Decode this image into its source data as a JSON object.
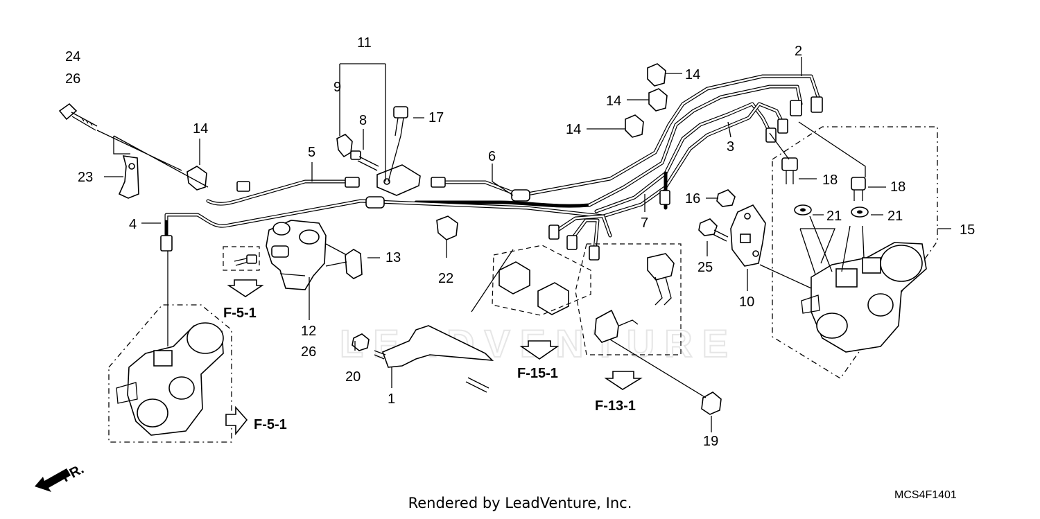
{
  "diagram": {
    "watermark": "LEADVENTURE",
    "callouts": [
      {
        "id": "c24",
        "text": "24"
      },
      {
        "id": "c26a",
        "text": "26"
      },
      {
        "id": "c14a",
        "text": "14"
      },
      {
        "id": "c23",
        "text": "23"
      },
      {
        "id": "c11",
        "text": "11"
      },
      {
        "id": "c9",
        "text": "9"
      },
      {
        "id": "c8",
        "text": "8"
      },
      {
        "id": "c17",
        "text": "17"
      },
      {
        "id": "c5",
        "text": "5"
      },
      {
        "id": "c6",
        "text": "6"
      },
      {
        "id": "c4",
        "text": "4"
      },
      {
        "id": "c13",
        "text": "13"
      },
      {
        "id": "c22",
        "text": "22"
      },
      {
        "id": "c12",
        "text": "12"
      },
      {
        "id": "c26b",
        "text": "26"
      },
      {
        "id": "c20",
        "text": "20"
      },
      {
        "id": "c1",
        "text": "1"
      },
      {
        "id": "c2",
        "text": "2"
      },
      {
        "id": "c14b",
        "text": "14"
      },
      {
        "id": "c14c",
        "text": "14"
      },
      {
        "id": "c14d",
        "text": "14"
      },
      {
        "id": "c3",
        "text": "3"
      },
      {
        "id": "c7",
        "text": "7"
      },
      {
        "id": "c16",
        "text": "16"
      },
      {
        "id": "c18a",
        "text": "18"
      },
      {
        "id": "c18b",
        "text": "18"
      },
      {
        "id": "c21a",
        "text": "21"
      },
      {
        "id": "c21b",
        "text": "21"
      },
      {
        "id": "c15",
        "text": "15"
      },
      {
        "id": "c25",
        "text": "25"
      },
      {
        "id": "c10",
        "text": "10"
      },
      {
        "id": "c19",
        "text": "19"
      }
    ],
    "references": [
      {
        "id": "r1",
        "text": "F-5-1"
      },
      {
        "id": "r2",
        "text": "F-5-1"
      },
      {
        "id": "r3",
        "text": "F-15-1"
      },
      {
        "id": "r4",
        "text": "F-13-1"
      }
    ],
    "front_indicator": "FR.",
    "diagram_code": "MCS4F1401",
    "footer": "Rendered by LeadVenture, Inc."
  }
}
